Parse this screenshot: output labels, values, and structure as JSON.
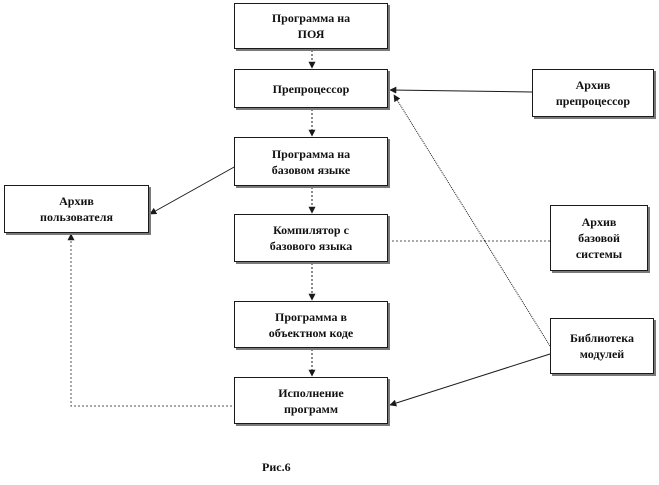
{
  "diagram": {
    "nodes": {
      "source_program": "Программа на\nПОЯ",
      "preprocessor": "Препроцессор",
      "base_program": "Программа на\nбазовом языке",
      "compiler": "Компилятор с\nбазового языка",
      "object_program": "Программа в\nобъектном коде",
      "execution": "Исполнение\nпрограмм",
      "user_archive": "Архив\nпользователя",
      "preprocessor_archive": "Архив\nпрепроцессор",
      "base_system_archive": "Архив\nбазовой\nсистемы",
      "module_library": "Библиотека\nмодулей"
    },
    "caption": "Рис.6"
  },
  "colors": {
    "line": "#1a1a1a",
    "dotted_line": "#555555",
    "shadow": "#7a7a7a"
  }
}
